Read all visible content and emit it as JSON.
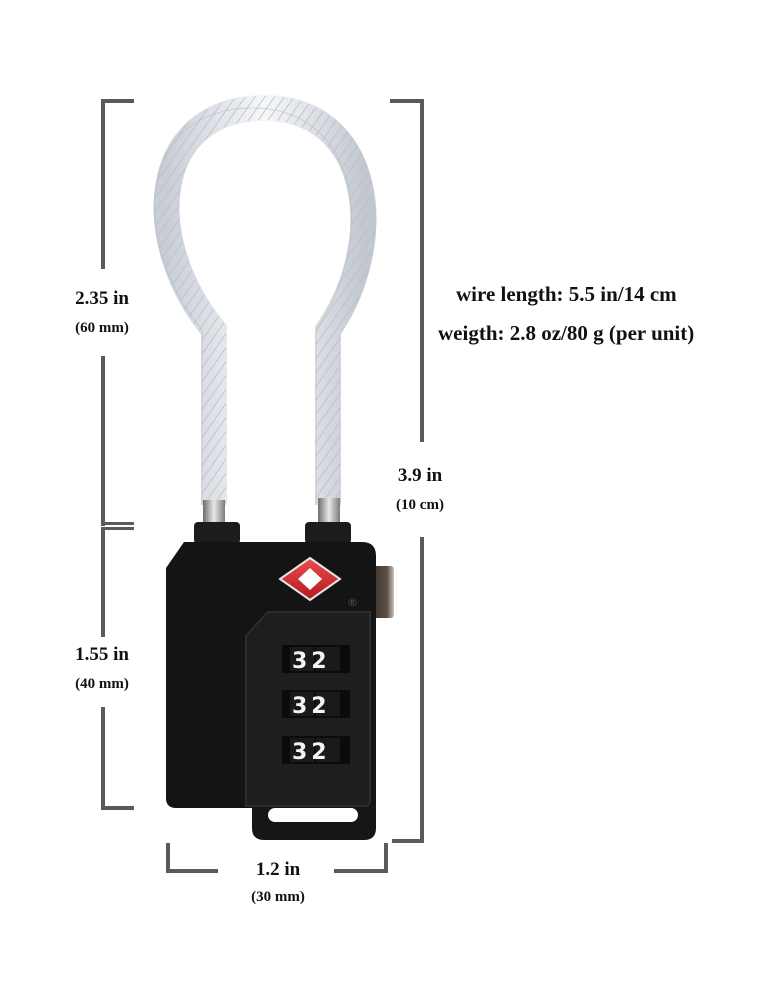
{
  "product": {
    "name": "TSA cable combination lock",
    "colors": {
      "body": "#141414",
      "cable": "#e4e7ec",
      "tsa_logo": "#d7262e",
      "dimension_lines": "#5a5a5a"
    },
    "combination_dials": [
      "32",
      "32",
      "32"
    ]
  },
  "dimensions": {
    "cable_height": {
      "imperial": "2.35 in",
      "metric": "(60 mm)"
    },
    "body_height": {
      "imperial": "1.55 in",
      "metric": "(40 mm)"
    },
    "total_height": {
      "imperial": "3.9 in",
      "metric": "(10 cm)"
    },
    "width": {
      "imperial": "1.2 in",
      "metric": "(30 mm)"
    }
  },
  "specs": {
    "wire_length": "wire length: 5.5 in/14 cm",
    "weight": "weigth: 2.8 oz/80 g (per unit)"
  }
}
